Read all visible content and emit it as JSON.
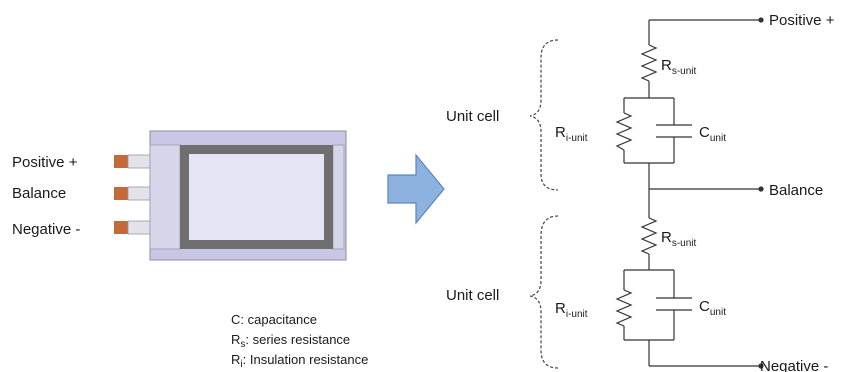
{
  "cell_terminals": {
    "positive": "Positive +",
    "balance": "Balance",
    "negative": "Negative -"
  },
  "circuit": {
    "nodes": {
      "positive": "Positive +",
      "balance": "Balance",
      "negative": "Negative -"
    },
    "unit_cells": [
      {
        "label": "Unit cell",
        "series_resistor": {
          "main": "R",
          "sub": "s-unit"
        },
        "insulation_resistor": {
          "main": "R",
          "sub": "i-unit"
        },
        "capacitor": {
          "main": "C",
          "sub": "unit"
        }
      },
      {
        "label": "Unit cell",
        "series_resistor": {
          "main": "R",
          "sub": "s-unit"
        },
        "insulation_resistor": {
          "main": "R",
          "sub": "i-unit"
        },
        "capacitor": {
          "main": "C",
          "sub": "unit"
        }
      }
    ]
  },
  "legend": [
    {
      "symbol": "C",
      "sub": "",
      "text": ": capacitance"
    },
    {
      "symbol": "R",
      "sub": "s",
      "text": ": series resistance"
    },
    {
      "symbol": "R",
      "sub": "i",
      "text": ": Insulation resistance"
    }
  ],
  "colors": {
    "cell_body": "#c8c8e6",
    "cell_window": "#e4e4f4",
    "cell_frame": "#6f6f6f",
    "tab_copper": "#c4693a",
    "arrow_fill": "#8eb2e0",
    "arrow_stroke": "#5a86bf",
    "wire": "#333333"
  }
}
